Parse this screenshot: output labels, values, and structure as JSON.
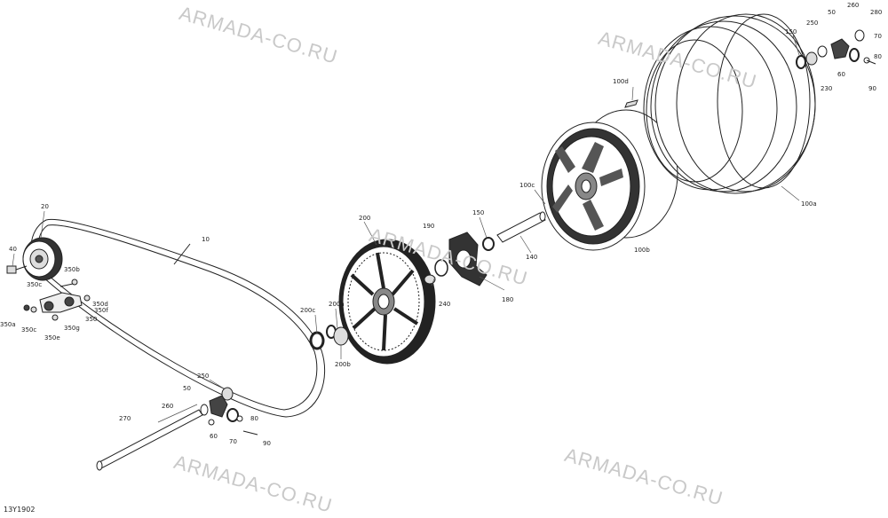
{
  "watermark": "ARMADA-CO.RU",
  "diagram_code": "13Y1902",
  "labels": {
    "l10": "10",
    "l20": "20",
    "l40": "40",
    "l350b": "350b",
    "l350c": "350c",
    "l350d": "350d",
    "l350f": "350f",
    "l350": "350",
    "l350a": "350a",
    "l350c2": "350c",
    "l350g": "350g",
    "l350e": "350e",
    "l200": "200",
    "l200a": "200a",
    "l200c": "200c",
    "l200b": "200b",
    "l190": "190",
    "l240": "240",
    "l150a": "150",
    "l180": "180",
    "l140": "140",
    "l100c": "100c",
    "l100b": "100b",
    "l100d": "100d",
    "l100a": "100a",
    "l150b": "150",
    "l250a": "250",
    "l50a": "50",
    "l260a": "260",
    "l280": "280",
    "l70a": "70",
    "l80a": "80",
    "l90a": "90",
    "l60a": "60",
    "l230": "230",
    "l250b": "250",
    "l50b": "50",
    "l260b": "260",
    "l270": "270",
    "l60b": "60",
    "l70b": "70",
    "l80b": "80",
    "l90b": "90"
  }
}
